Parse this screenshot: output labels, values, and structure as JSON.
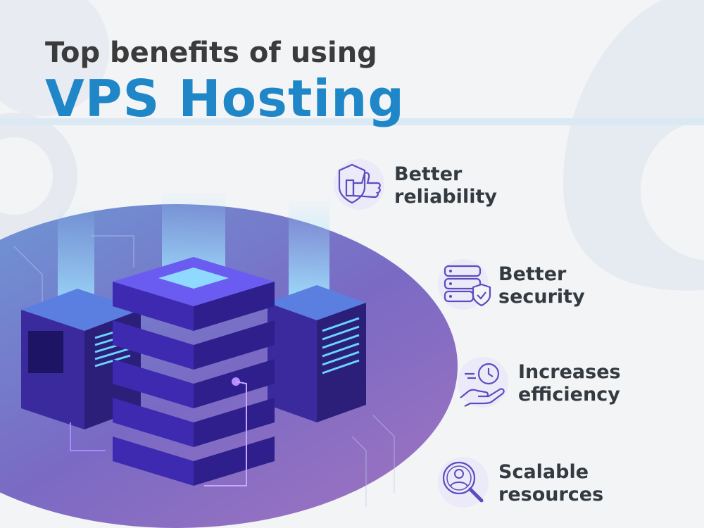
{
  "heading": {
    "line1": "Top benefits of using",
    "line2": "VPS Hosting"
  },
  "benefits": [
    {
      "icon": "thumbs-up-shield-icon",
      "line1": "Better",
      "line2": "reliability"
    },
    {
      "icon": "server-shield-icon",
      "line1": "Better",
      "line2": "security"
    },
    {
      "icon": "clock-hand-icon",
      "line1": "Increases",
      "line2": "efficiency"
    },
    {
      "icon": "magnifier-person-icon",
      "line1": "Scalable",
      "line2": "resources"
    }
  ],
  "colors": {
    "title_dark": "#3b3b3b",
    "title_accent": "#1f87c8",
    "icon_stroke": "#5a4dbf",
    "server_purple": "#4b2fb8",
    "server_glow": "#7fd6ff",
    "ellipse": "#7a6ac4"
  }
}
